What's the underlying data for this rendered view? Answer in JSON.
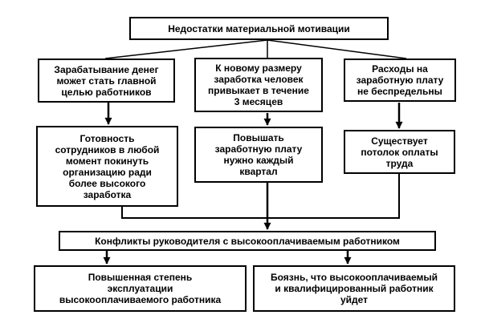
{
  "diagram": {
    "title": "Недостатки материальной мотивации",
    "colors": {
      "background": "#ffffff",
      "border": "#000000",
      "text": "#000000",
      "line": "#000000"
    },
    "nodes": {
      "root": {
        "lines": [
          "Недостатки материальной мотивации"
        ]
      },
      "money_goal": {
        "lines": [
          "Зарабатывание денег",
          "может стать главной",
          "целью работников"
        ]
      },
      "habituation": {
        "lines": [
          "К новому размеру",
          "заработка человек",
          "привыкает в течение",
          "3 месяцев"
        ]
      },
      "costs_limited": {
        "lines": [
          "Расходы на",
          "заработную плату",
          "не беспредельны"
        ]
      },
      "readiness_to_leave": {
        "lines": [
          "Готовность",
          "сотрудников в любой",
          "момент покинуть",
          "организацию ради",
          "более высокого",
          "заработка"
        ]
      },
      "raise_quarterly": {
        "lines": [
          "Повышать",
          "заработную плату",
          "нужно каждый",
          "квартал"
        ]
      },
      "pay_ceiling": {
        "lines": [
          "Существует",
          "потолок оплаты",
          "труда"
        ]
      },
      "conflicts": {
        "lines": [
          "Конфликты руководителя с высокооплачиваемым работником"
        ]
      },
      "exploitation": {
        "lines": [
          "Повышенная степень",
          "эксплуатации",
          "высокооплачиваемого работника"
        ]
      },
      "fear_of_leaving": {
        "lines": [
          "Боязнь, что высокооплачиваемый",
          "и квалифицированный работник",
          "уйдет"
        ]
      }
    }
  }
}
